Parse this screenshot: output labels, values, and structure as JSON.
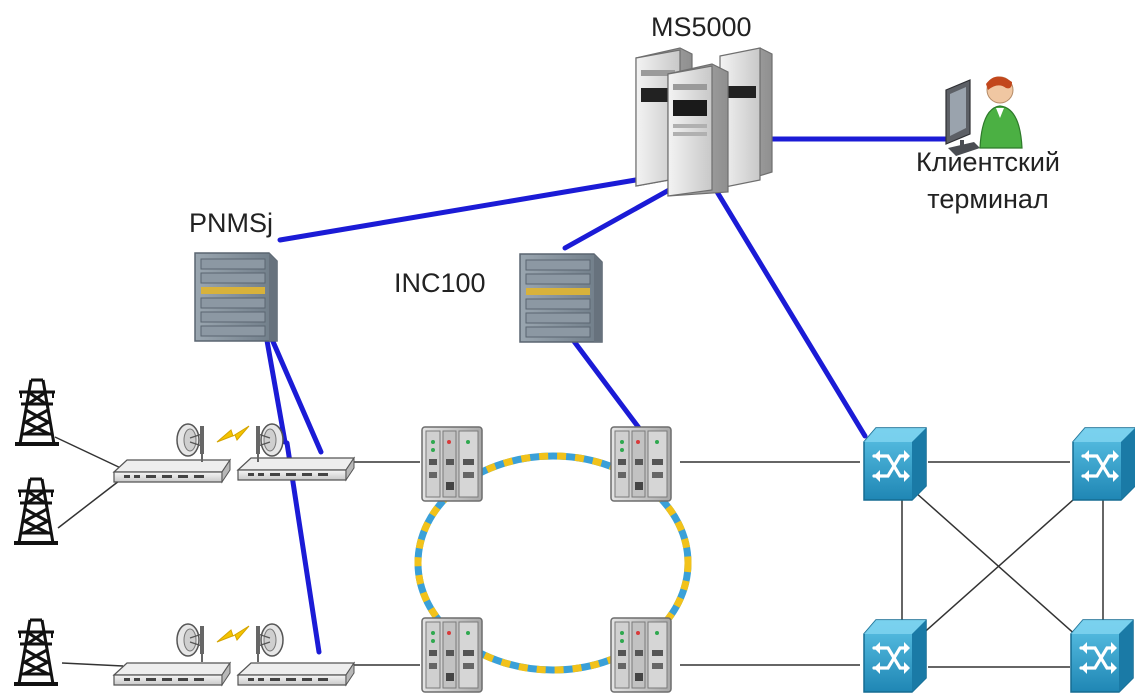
{
  "labels": {
    "ms5000": "MS5000",
    "pnmsj": "PNMSj",
    "inc100": "INC100",
    "client_line1": "Клиентский",
    "client_line2": "терминал"
  },
  "colors": {
    "management_link": "#1b1bd6",
    "ring_blue": "#3aa0d8",
    "ring_yellow": "#f2c21a",
    "switch_fill": "#2e9ec9",
    "wire": "#333333",
    "radio_link": "#f5c400"
  },
  "icons": {
    "server_cluster": "server-cluster-icon",
    "server_tower": "server-tower-icon",
    "user_workstation": "user-workstation-icon",
    "power_tower": "power-tower-icon",
    "radio_modem": "radio-modem-icon",
    "dish_antenna": "dish-antenna-icon",
    "lightning": "lightning-icon",
    "multiplexer": "multiplexer-icon",
    "network_switch": "network-switch-icon"
  }
}
